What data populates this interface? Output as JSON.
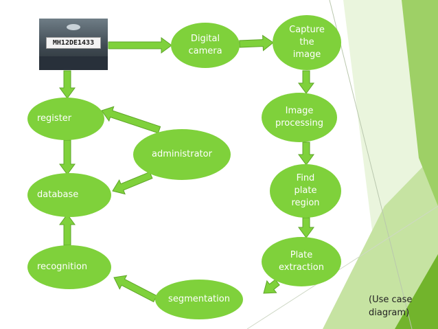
{
  "nodes": {
    "camera": "Digital\ncamera",
    "capture": "Capture\nthe\nimage",
    "processing": "Image\nprocessing",
    "find_plate": "Find\nplate\nregion",
    "extraction": "Plate\nextraction",
    "segmentation": "segmentation",
    "recognition": "recognition",
    "database": "database",
    "register": "register",
    "administrator": "administrator"
  },
  "photo": {
    "plate_text": "MH12DE1433"
  },
  "caption": "(Use case\ndiagram)",
  "colors": {
    "node": "#7fd13b",
    "arrow": "#7fd13b",
    "arrow_stroke": "#5ea528",
    "decor_light": "#c6e3a2",
    "decor_dark": "#72b42c"
  }
}
